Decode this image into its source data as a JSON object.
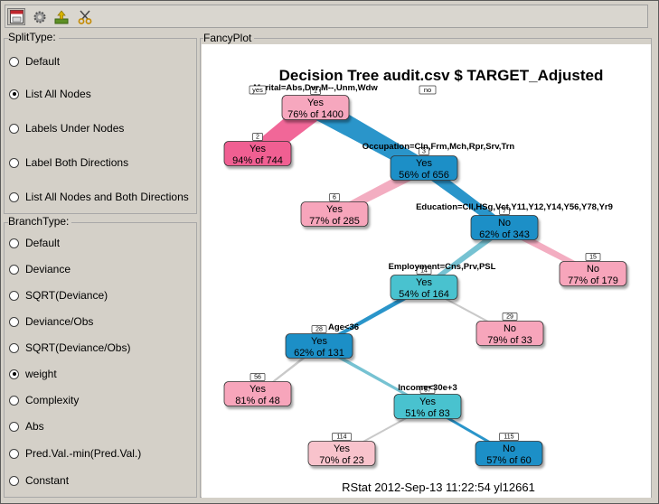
{
  "toolbar": {
    "buttons": [
      {
        "name": "save-button",
        "icon": "save-icon"
      },
      {
        "name": "settings-button",
        "icon": "gear-icon"
      },
      {
        "name": "import-button",
        "icon": "import-icon"
      },
      {
        "name": "cut-button",
        "icon": "scissors-icon"
      }
    ]
  },
  "split_type": {
    "title": "SplitType:",
    "options": [
      "Default",
      "List All Nodes",
      "Labels Under Nodes",
      "Label Both Directions",
      "List All Nodes and Both Directions"
    ],
    "selected": 1
  },
  "branch_type": {
    "title": "BranchType:",
    "options": [
      "Default",
      "Deviance",
      "SQRT(Deviance)",
      "Deviance/Obs",
      "SQRT(Deviance/Obs)",
      "weight",
      "Complexity",
      "Abs",
      "Pred.Val.-min(Pred.Val.)",
      "Constant"
    ],
    "selected": 5
  },
  "plot": {
    "panel_title": "FancyPlot",
    "title": "Decision Tree audit.csv $ TARGET_Adjusted",
    "root_yes_label": "yes",
    "root_no_label": "no",
    "footer": "RStat 2012-Sep-13 11:22:54 yl12661",
    "nodes": [
      {
        "id": "1",
        "class": "Yes",
        "pct": "76% of 1400",
        "color": "#f6a7be"
      },
      {
        "id": "2",
        "class": "Yes",
        "pct": "94% of 744",
        "color": "#f05f92"
      },
      {
        "id": "3",
        "class": "Yes",
        "pct": "56% of 656",
        "color": "#1f8fc7"
      },
      {
        "id": "6",
        "class": "Yes",
        "pct": "77% of 285",
        "color": "#f7a5bb"
      },
      {
        "id": "7",
        "class": "No",
        "pct": "62% of 343",
        "color": "#1f8fc7"
      },
      {
        "id": "14",
        "class": "Yes",
        "pct": "54% of 164",
        "color": "#49c2cf"
      },
      {
        "id": "15",
        "class": "No",
        "pct": "77% of 179",
        "color": "#f7a5bb"
      },
      {
        "id": "28",
        "class": "Yes",
        "pct": "62% of 131",
        "color": "#1f8fc7"
      },
      {
        "id": "29",
        "class": "No",
        "pct": "79% of 33",
        "color": "#f7a5bb"
      },
      {
        "id": "56",
        "class": "Yes",
        "pct": "81% of 48",
        "color": "#f7a5bb"
      },
      {
        "id": "57",
        "class": "Yes",
        "pct": "51% of 83",
        "color": "#49c2cf"
      },
      {
        "id": "114",
        "class": "Yes",
        "pct": "70% of 23",
        "color": "#f8c3cc"
      },
      {
        "id": "115",
        "class": "No",
        "pct": "57% of 60",
        "color": "#1f8fc7"
      }
    ],
    "splits": [
      "Marital=Abs,Dvr,M--,Unm,Wdw",
      "Occupation=Cln,Frm,Mch,Rpr,Srv,Trn",
      "Education=Cll,HSg,Vct,Y11,Y12,Y14,Y56,Y78,Yr9",
      "Employment=Cns,Prv,PSL",
      "Age<36",
      "Income<30e+3"
    ],
    "edge_colors": {
      "pink": "#f05f92",
      "blue": "#1f8fc7",
      "lightpink": "#f2a9be",
      "teal": "#6fbfd0",
      "gray": "#c6c6c6"
    }
  }
}
